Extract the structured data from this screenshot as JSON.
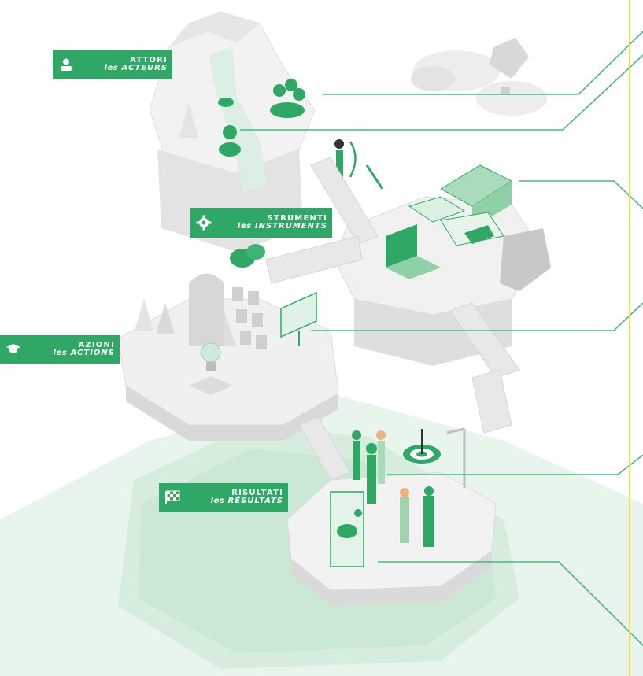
{
  "labels": {
    "attori": {
      "it": "ATTORI",
      "fr_pre": "les",
      "fr_word": "ACTEURS"
    },
    "strumenti": {
      "it": "STRUMENTI",
      "fr_pre": "les",
      "fr_word": "INSTRUMENTS"
    },
    "azioni": {
      "it": "AZIONI",
      "fr_pre": "les",
      "fr_word": "ACTIONS"
    },
    "risultati": {
      "it": "RISULTATI",
      "fr_pre": "les",
      "fr_word": "RÉSULTATS"
    }
  },
  "icons": {
    "attori": "person-icon",
    "strumenti": "gear-icon",
    "azioni": "graduation-cap-icon",
    "risultati": "checkered-flag-icon"
  },
  "colors": {
    "accent": "#2fa866",
    "accent_light": "#cfead8",
    "accent_pale": "#e6f4ea",
    "leader_line": "#49b97a",
    "divider": "#f2e14a",
    "terrain": "#e9e9e9"
  }
}
